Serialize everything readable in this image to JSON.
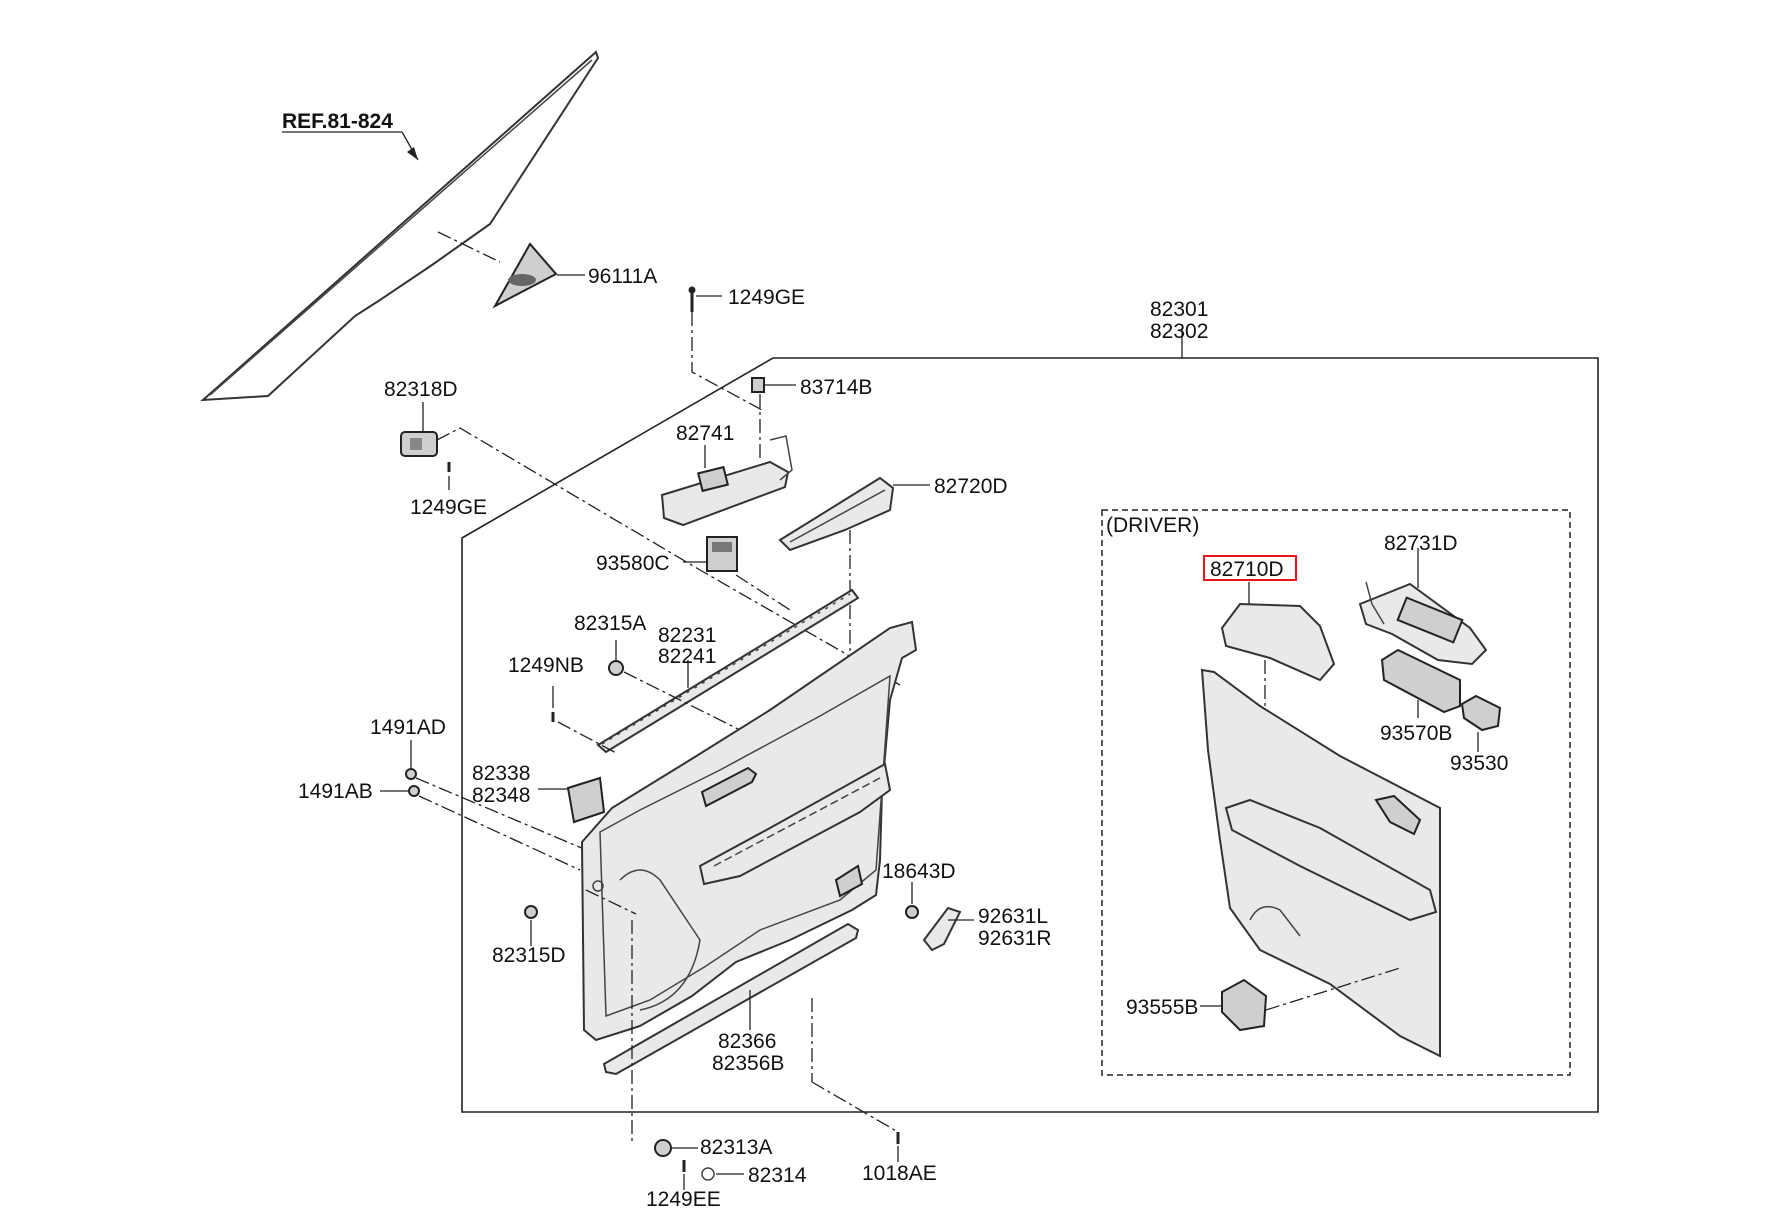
{
  "diagram": {
    "reference": "REF.81-824",
    "section_label": "(DRIVER)",
    "highlighted_part": "82710D",
    "highlight_color": "#e8141b",
    "parts": {
      "p96111A": "96111A",
      "p1249GE_top": "1249GE",
      "p82301": "82301",
      "p82302": "82302",
      "p83714B": "83714B",
      "p82318D": "82318D",
      "p1249GE_left": "1249GE",
      "p82741": "82741",
      "p82720D": "82720D",
      "p93580C": "93580C",
      "p82315A": "82315A",
      "p82231": "82231",
      "p82241": "82241",
      "p1249NB": "1249NB",
      "p1491AD": "1491AD",
      "p1491AB": "1491AB",
      "p82338": "82338",
      "p82348": "82348",
      "p18643D": "18643D",
      "p92631L": "92631L",
      "p92631R": "92631R",
      "p82315D": "82315D",
      "p82366": "82366",
      "p82356B": "82356B",
      "p82313A": "82313A",
      "p82314": "82314",
      "p1249EE": "1249EE",
      "p1018AE": "1018AE",
      "p82710D": "82710D",
      "p82731D": "82731D",
      "p93570B": "93570B",
      "p93530": "93530",
      "p93555B": "93555B"
    }
  }
}
